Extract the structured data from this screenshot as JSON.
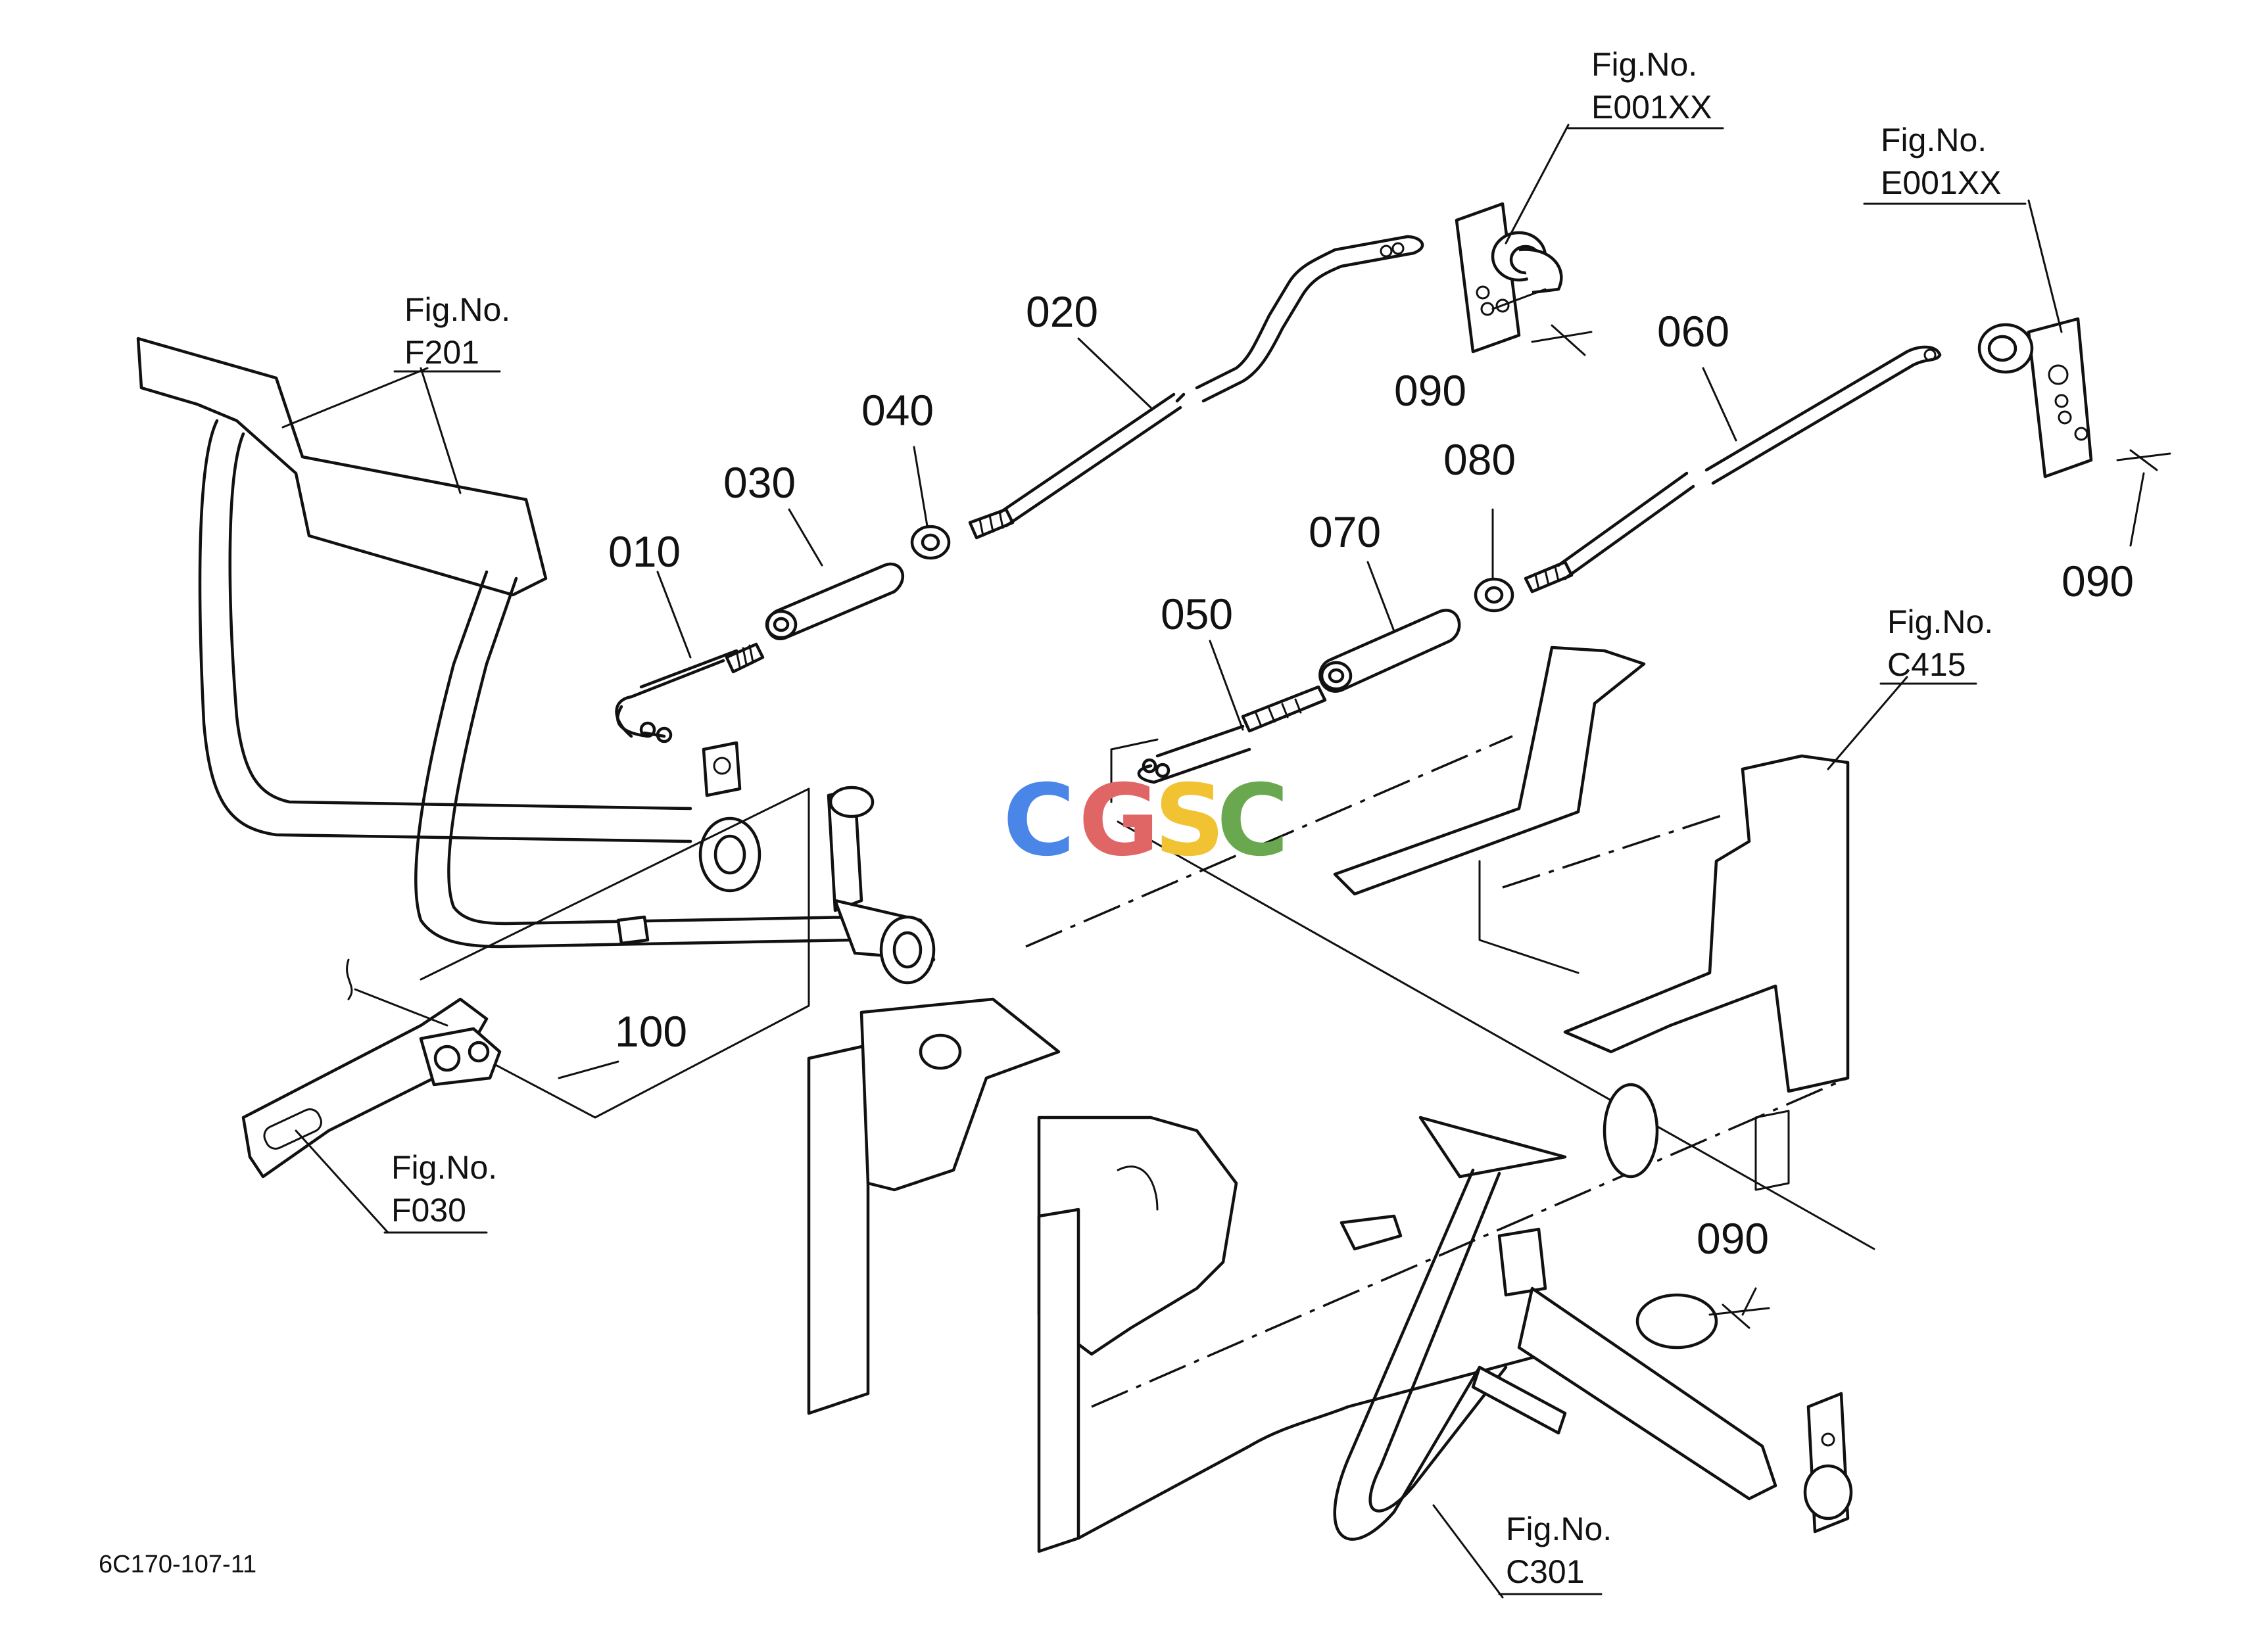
{
  "part_labels": {
    "p010": "010",
    "p020": "020",
    "p030": "030",
    "p040": "040",
    "p050": "050",
    "p060": "060",
    "p070": "070",
    "p080": "080",
    "p090_a": "090",
    "p090_b": "090",
    "p090_c": "090",
    "p100": "100"
  },
  "figure_refs": {
    "fig_label": "Fig.No.",
    "e001xx_a": "E001XX",
    "e001xx_b": "E001XX",
    "f201": "F201",
    "c415": "C415",
    "f030": "F030",
    "c301": "C301"
  },
  "drawing_number": "6C170-107-11",
  "watermark": {
    "letters": [
      "C",
      "G",
      "S",
      "C"
    ],
    "colors": [
      "#4a86e8",
      "#e06666",
      "#f1c232",
      "#6aa84f"
    ]
  }
}
